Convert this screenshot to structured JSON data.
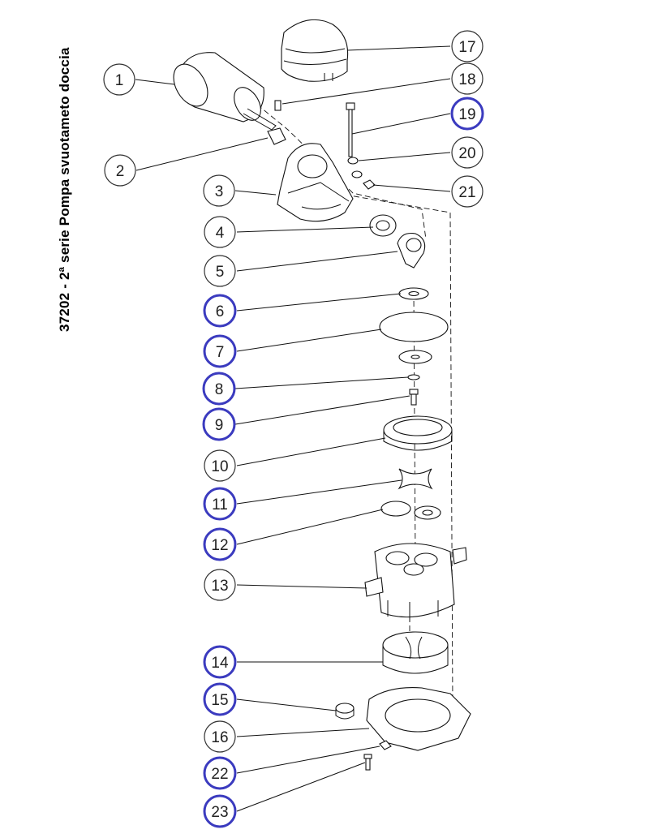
{
  "title": "37202 - 2ª serie Pompa svuotameto doccia",
  "colors": {
    "highlight": "#3b3bbf",
    "normal": "#333333"
  },
  "callouts": [
    {
      "num": "1",
      "highlighted": false
    },
    {
      "num": "2",
      "highlighted": false
    },
    {
      "num": "3",
      "highlighted": false
    },
    {
      "num": "4",
      "highlighted": false
    },
    {
      "num": "5",
      "highlighted": false
    },
    {
      "num": "6",
      "highlighted": true
    },
    {
      "num": "7",
      "highlighted": true
    },
    {
      "num": "8",
      "highlighted": true
    },
    {
      "num": "9",
      "highlighted": true
    },
    {
      "num": "10",
      "highlighted": false
    },
    {
      "num": "11",
      "highlighted": true
    },
    {
      "num": "12",
      "highlighted": true
    },
    {
      "num": "13",
      "highlighted": false
    },
    {
      "num": "14",
      "highlighted": true
    },
    {
      "num": "15",
      "highlighted": true
    },
    {
      "num": "16",
      "highlighted": false
    },
    {
      "num": "17",
      "highlighted": false
    },
    {
      "num": "18",
      "highlighted": false
    },
    {
      "num": "19",
      "highlighted": true
    },
    {
      "num": "20",
      "highlighted": false
    },
    {
      "num": "21",
      "highlighted": false
    },
    {
      "num": "22",
      "highlighted": true
    },
    {
      "num": "23",
      "highlighted": true
    }
  ]
}
